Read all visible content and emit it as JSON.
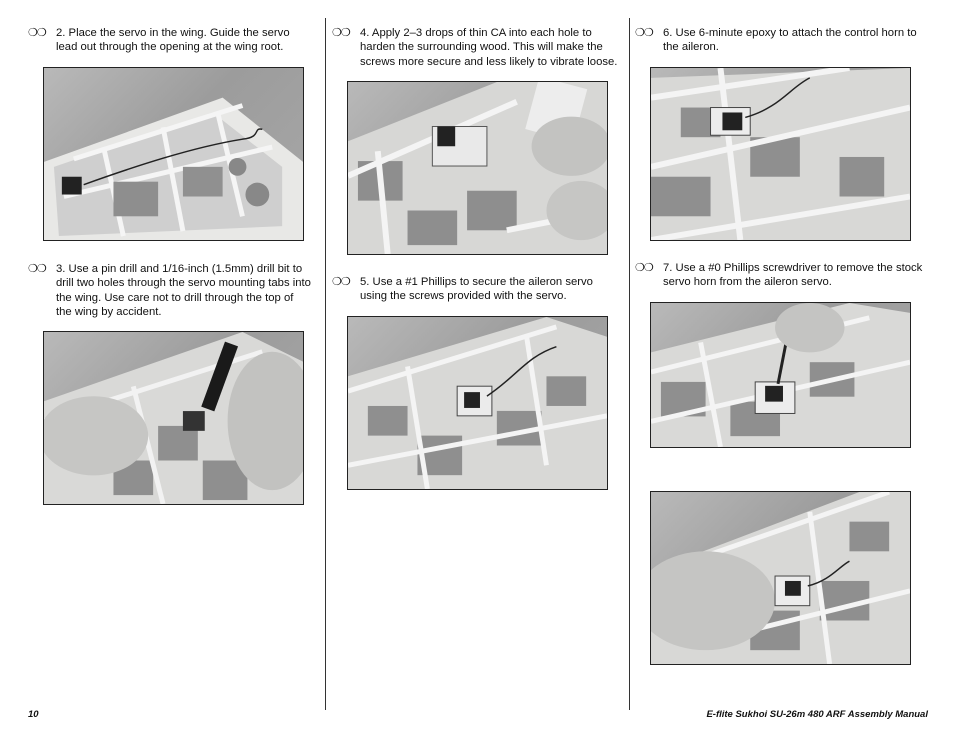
{
  "checkbox_glyph": "❍❍",
  "steps": {
    "s2": "2. Place the servo in the wing. Guide the servo lead out through the opening at the wing root.",
    "s3": "3. Use a pin drill and 1/16-inch (1.5mm) drill bit to drill two holes through the servo mounting tabs into the wing. Use care not to drill through the top of the wing by accident.",
    "s4": "4. Apply 2–3 drops of thin CA into each hole to harden the surrounding wood. This will make the screws more secure and less likely to vibrate loose.",
    "s5": "5. Use a #1 Phillips to secure the aileron servo using the screws provided with the servo.",
    "s6": "6. Use 6-minute epoxy to attach the control horn to the aileron.",
    "s7": "7. Use a #0 Phillips screwdriver to remove the stock servo horn from the aileron servo."
  },
  "footer": {
    "page_number": "10",
    "manual_title": "E-flite Sukhoi SU-26m 480 ARF Assembly Manual"
  }
}
